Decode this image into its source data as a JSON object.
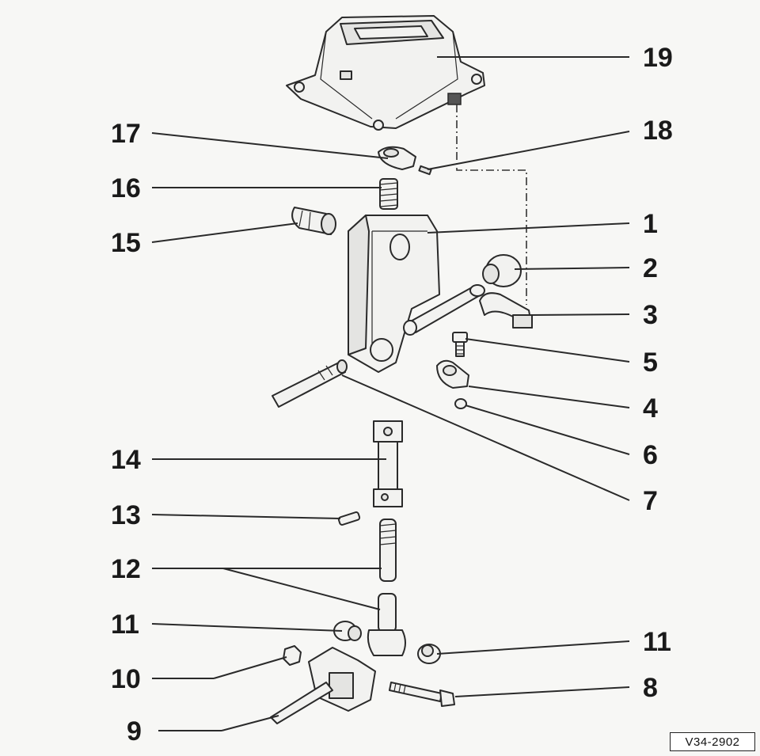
{
  "callouts": {
    "c1": "1",
    "c2": "2",
    "c3": "3",
    "c4": "4",
    "c5": "5",
    "c6": "6",
    "c7": "7",
    "c8": "8",
    "c9": "9",
    "c10": "10",
    "c11_left": "11",
    "c11_right": "11",
    "c12": "12",
    "c13": "13",
    "c14": "14",
    "c15": "15",
    "c16": "16",
    "c17": "17",
    "c18": "18",
    "c19": "19"
  },
  "reference_code": "V34-2902"
}
